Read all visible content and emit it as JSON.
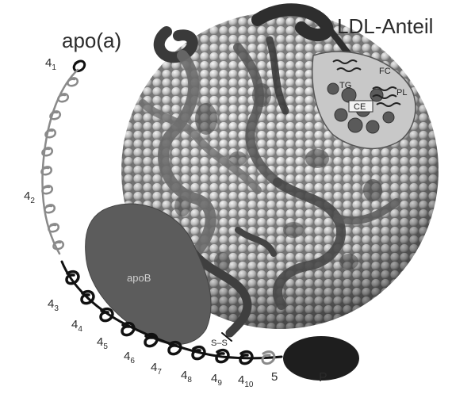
{
  "labels": {
    "apoa": "apo(a)",
    "ldl": "LDL-Anteil",
    "apob": "apoB",
    "ss": "S–S",
    "p": "P"
  },
  "kringles": [
    {
      "base": "4",
      "sub": "1"
    },
    {
      "base": "4",
      "sub": "2"
    },
    {
      "base": "4",
      "sub": "3"
    },
    {
      "base": "4",
      "sub": "4"
    },
    {
      "base": "4",
      "sub": "5"
    },
    {
      "base": "4",
      "sub": "6"
    },
    {
      "base": "4",
      "sub": "7"
    },
    {
      "base": "4",
      "sub": "8"
    },
    {
      "base": "4",
      "sub": "9"
    },
    {
      "base": "4",
      "sub": "10"
    },
    {
      "base": "5",
      "sub": ""
    }
  ],
  "lipids": [
    "FC",
    "TG",
    "PL",
    "CE"
  ]
}
